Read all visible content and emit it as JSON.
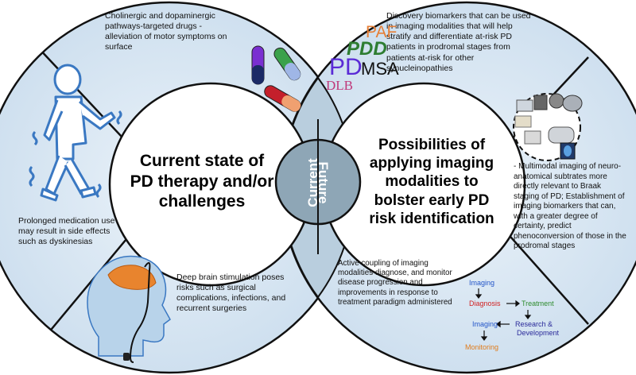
{
  "center": {
    "left_title": "Current state of PD therapy and/or challenges",
    "right_title": "Possibilities of applying imaging modalities to bolster early PD risk identification",
    "label_current": "Current",
    "label_future": "Future"
  },
  "left_panels": {
    "top": "Cholinergic and dopaminergic pathways-targeted drugs - alleviation of motor symptoms on surface",
    "middle": "Prolonged medication use may result in side effects such as dyskinesias",
    "bottom": "Deep brain stimulation poses risks such as surgical complications, infections, and recurrent surgeries"
  },
  "right_panels": {
    "top": "Discovery biomarkers that can be used in imaging modalities that will help stratify and differentiate at-risk PD patients in prodromal stages from patients at-risk for other synucleinopathies",
    "middle": "- Multimodal imaging of neuro-anatomical subtrates more directly relevant to Braak staging of PD; Establishment of imaging biomarkers that can, with a greater degree of certainty, predict phenoconversion of those in the prodromal stages",
    "bottom": "Active coupling of imaging modalities diagnose, and monitor disease progression and improvements in response to treatment paradigm administered"
  },
  "disease_labels": {
    "paf": "PAF",
    "pdd": "PDD",
    "pd": "PD",
    "msa": "MSA",
    "dlb": "DLB"
  },
  "flow": {
    "imaging1": "Imaging",
    "diagnosis": "Diagnosis",
    "treatment": "Treatment",
    "research": "Research &",
    "development": "Development",
    "imaging2": "Imaging",
    "monitoring": "Monitoring"
  },
  "colors": {
    "panel_fill": "#d9e8f3",
    "center_fill": "#ffffff",
    "overlap_fill": "#8fa7b7",
    "outline": "#111111",
    "paf": "#e67e35",
    "pdd": "#2e7d32",
    "pd": "#5b2bd6",
    "msa": "#111111",
    "dlb": "#c0397b",
    "flow_imaging": "#2456c9",
    "flow_diagnosis": "#d11f1f",
    "flow_treatment": "#2e8b2e",
    "flow_research": "#2a2a9a",
    "flow_monitoring": "#e07b1a"
  }
}
